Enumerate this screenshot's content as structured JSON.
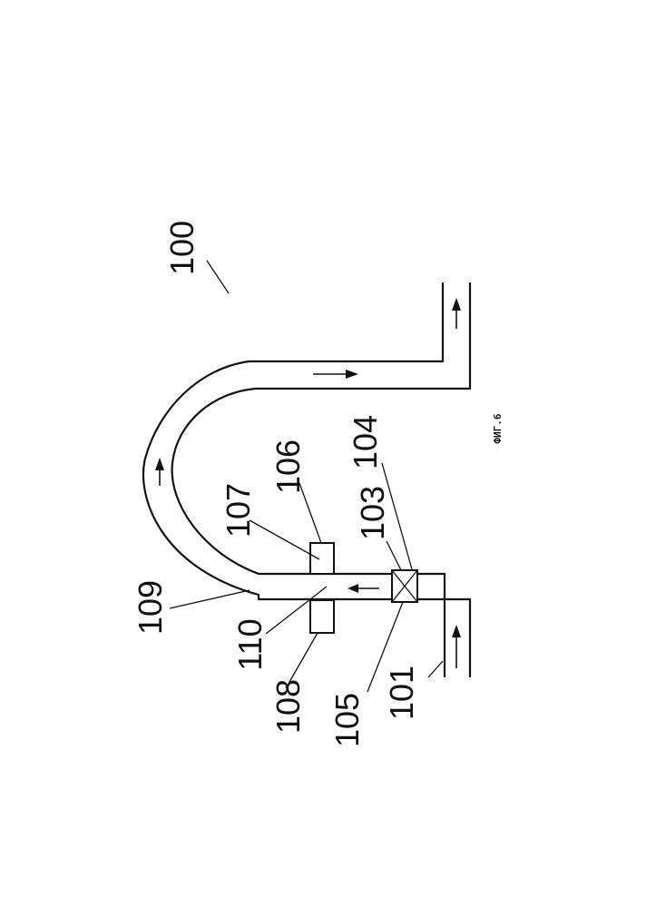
{
  "labels": {
    "system": "100",
    "inlet": "101",
    "valve_a": "103",
    "valve_b": "104",
    "valve_c": "105",
    "electrode_upper": "106",
    "electrode_gap": "107",
    "electrode_lower": "108",
    "bend": "109",
    "channel": "110"
  },
  "caption": "ФИГ.6",
  "colors": {
    "ink": "#111111",
    "paper": "#ffffff"
  }
}
